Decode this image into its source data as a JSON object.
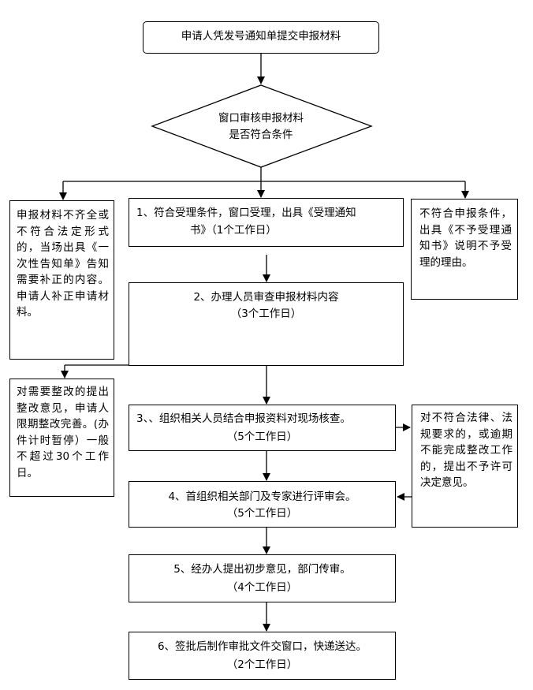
{
  "start": "申请人凭发号通知单提交申报材料",
  "decision": {
    "line1": "窗口审核申报材料",
    "line2": "是否符合条件"
  },
  "left_incomplete": "申报材料不齐全或不符合法定形式的，当场出具《一次性告知单》告知需要补正的内容。申请人补正申请材料。",
  "right_reject": "不符合申报条件，出具《不予受理通知书》说明不予受理的理由。",
  "step1": {
    "line1": "1、符合受理条件，窗口受理，出具《受理通知",
    "line2": "书》（1个工作日）"
  },
  "step2": {
    "line1": "2、办理人员审查申报材料内容",
    "line2": "（3个工作日）"
  },
  "left_rectify": "对需要整改的提出整改意见，申请人限期整改完善。(办件计时暂停）一般不超过30个工作日。",
  "step3": {
    "line1": "3、、组织相关人员结合申报资料对现场核查。",
    "line2": "（5个工作日）"
  },
  "right_deny": "对不符合法律、法规要求的，或逾期不能完成整改工作的，提出不予许可决定意见。",
  "step4": {
    "line1": "4、首组织相关部门及专家进行评审会。",
    "line2": "（5个工作日）"
  },
  "step5": {
    "line1": "5、经办人提出初步意见，部门传审。",
    "line2": "（4个工作日）"
  },
  "step6": {
    "line1": "6、签批后制作审批文件交窗口，快递送达。",
    "line2": "（2个工作日）"
  }
}
